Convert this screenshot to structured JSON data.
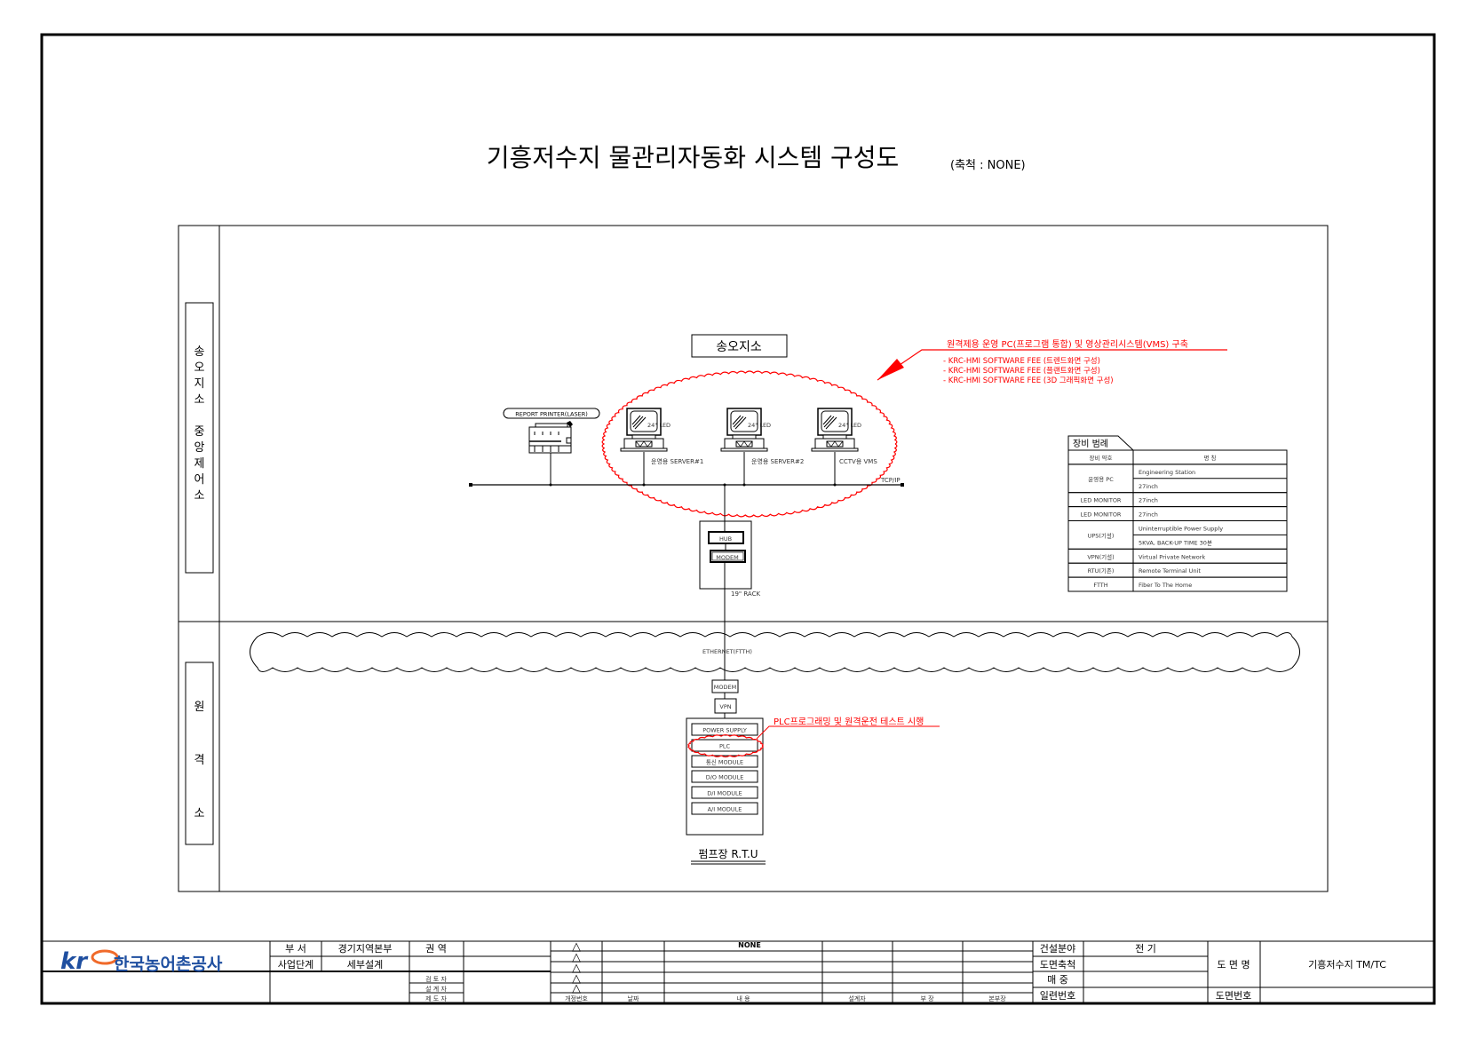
{
  "title": {
    "main": "기흥저수지 물관리자동화 시스템 구성도",
    "scale": "(축척 : NONE)"
  },
  "sections": {
    "upper_label": [
      "송",
      "오",
      "지",
      "소",
      "",
      "중",
      "앙",
      "제",
      "어",
      "소"
    ],
    "lower_label": [
      "원",
      "격",
      "소"
    ]
  },
  "central": {
    "site_label": "송오지소",
    "printer_label": "REPORT PRINTER(LASER)",
    "monitor_text": "24\" LED",
    "stations": [
      "운영용 SERVER#1",
      "운영용 SERVER#2",
      "CCTV용 VMS"
    ],
    "network_label": "TCP/IP",
    "rack": {
      "hub": "HUB",
      "modem": "MODEM",
      "label": "19\" RACK"
    }
  },
  "annotation_top": {
    "heading": "원격제용 운영 PC(프로그램 통합) 및 영상관리시스템(VMS) 구축",
    "items": [
      "- KRC-HMI SOFTWARE FEE (트렌드화면 구성)",
      "- KRC-HMI SOFTWARE FEE (플랜트화면 구성)",
      "- KRC-HMI SOFTWARE FEE (3D 그래픽화면 구성)"
    ]
  },
  "ethernet_label": "ETHERNET(FTTH)",
  "remote": {
    "modem": "MODEM",
    "vpn": "VPN",
    "modules": [
      "POWER SUPPLY",
      "PLC",
      "통신 MODULE",
      "D/O MODULE",
      "D/I MODULE",
      "A/I MODULE"
    ],
    "rtu_label": "펌프장 R.T.U",
    "annotation": "PLC프로그래밍 및 원격운전 테스트 시행"
  },
  "legend": {
    "title": "장비 범례",
    "headers": [
      "장비 약호",
      "명 칭"
    ],
    "groups": [
      {
        "name": "운영용 PC",
        "desc": [
          "Engineering Station",
          "27inch"
        ]
      },
      {
        "name": "LED MONITOR",
        "desc": [
          "27inch"
        ]
      },
      {
        "name": "LED MONITOR",
        "desc": [
          "27inch"
        ]
      },
      {
        "name": "UPS(기설)",
        "desc": [
          "Uninterruptible Power Supply",
          "5KVA, BACK-UP TIME 30분"
        ]
      },
      {
        "name": "VPN(기설)",
        "desc": [
          "Virtual Private Network"
        ]
      },
      {
        "name": "RTU(기존)",
        "desc": [
          "Remote Terminal Unit"
        ]
      },
      {
        "name": "FTTH",
        "desc": [
          "Fiber To The Home"
        ]
      }
    ]
  },
  "title_block": {
    "company": "한국농어촌공사",
    "logo_text": "krc",
    "dept_label": "부 서",
    "dept_value": "경기지역본부",
    "region_label": "권 역",
    "stage_label": "사업단계",
    "stage_value": "세부설계",
    "reviewer": "검 토 자",
    "designer": "설 계 자",
    "drafter": "제 도 자",
    "revision_symbol": "△",
    "revision_headers": [
      "개정번호",
      "날짜",
      "내 용",
      "설계자",
      "부 장",
      "본부장"
    ],
    "scale_value": "NONE",
    "field_label": "건설분야",
    "field_value": "전 기",
    "drawing_scale_label": "도면축척",
    "sheet_label": "매 중",
    "serial_label": "일련번호",
    "drawing_name_label": "도 면 명",
    "drawing_name": "기흥저수지 TM/TC",
    "drawing_no_label": "도면번호"
  },
  "colors": {
    "accent": "#ff0000",
    "line": "#000000",
    "logo_blue": "#1f4fa0",
    "logo_orange": "#f06a2a"
  }
}
